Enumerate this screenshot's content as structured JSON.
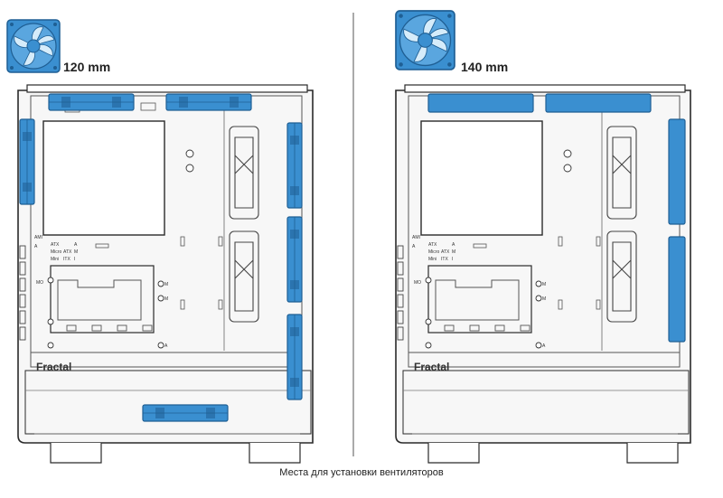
{
  "colors": {
    "fan_blue": "#3a8fd0",
    "fan_blue_dark": "#1f5f94",
    "line": "#2a2a2a",
    "case_fill": "#f7f7f7"
  },
  "left_panel": {
    "fan_size_label": "120 mm",
    "fan_icon": "fan-icon",
    "brand_label": "Fractal",
    "form_factors": {
      "atx": "ATX",
      "micro": "Micro",
      "mini": "Mini",
      "col_atx": "ATX",
      "itx": "ITX"
    },
    "markers": {
      "a": "A",
      "m": "M",
      "i": "I",
      "mo": "MO",
      "ami": "AMI"
    }
  },
  "right_panel": {
    "fan_size_label": "140 mm",
    "fan_icon": "fan-icon",
    "brand_label": "Fractal",
    "form_factors": {
      "atx": "ATX",
      "micro": "Micro",
      "mini": "Mini",
      "col_atx": "ATX",
      "itx": "ITX"
    },
    "markers": {
      "a": "A",
      "m": "M",
      "i": "I",
      "mo": "MO",
      "ami": "AMI"
    }
  },
  "caption": "Места для установки вентиляторов"
}
